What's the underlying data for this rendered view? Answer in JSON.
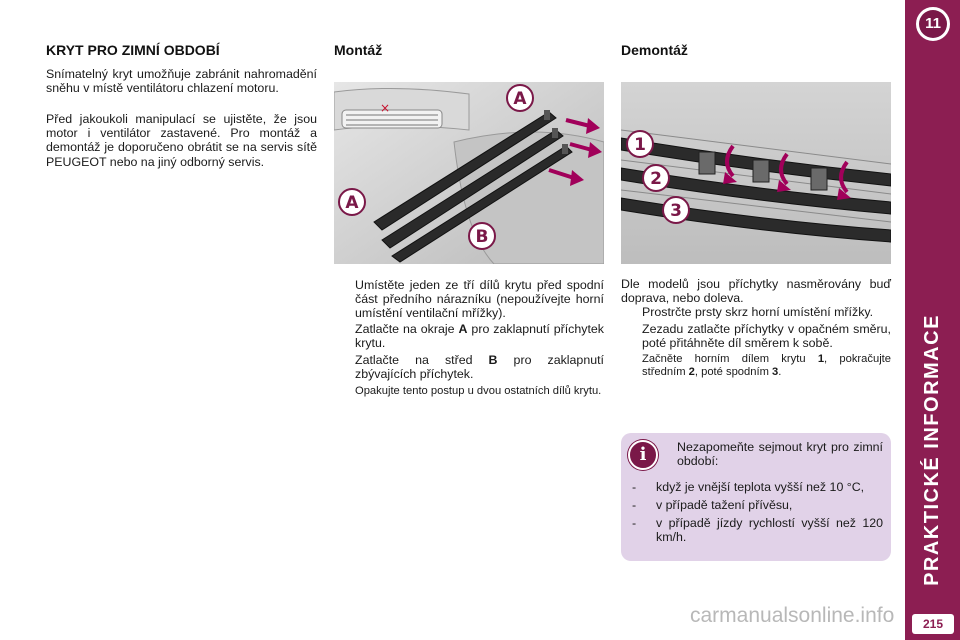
{
  "sidebar": {
    "chapter_number": "11",
    "title": "PRAKTICKÉ INFORMACE",
    "page_number": "215",
    "color": "#8c1e52"
  },
  "section1": {
    "title": "KRYT PRO ZIMNÍ OBDOBÍ",
    "para1": "Snímatelný kryt umožňuje zabránit nahromadění sněhu v místě ventilátoru chlazení motoru.",
    "para2": "Před jakoukoli manipulací se ujistěte, že jsou motor i ventilátor zastavené. Pro montáž a demontáž je doporučeno obrátit se na servis sítě PEUGEOT nebo na jiný odborný servis."
  },
  "montaz": {
    "title": "Montáž",
    "label_a_top": "A",
    "label_a_bottom": "A",
    "label_b": "B",
    "steps": [
      "Umístěte jeden ze tří dílů krytu před spodní část předního nárazníku (nepoužívejte horní umístění ventilační mřížky).",
      "Zatlačte na okraje {A} pro zaklapnutí příchytek krytu.",
      "Zatlačte na střed {B} pro zaklapnutí zbývajících příchytek.",
      "Opakujte tento postup u dvou ostatních dílů krytu."
    ],
    "step2_before": "Zatlačte na okraje",
    "step2_bold": "A",
    "step2_after": "pro zaklapnutí příchytek krytu.",
    "step3_before": "Zatlačte na střed",
    "step3_bold": "B",
    "step3_after": "pro zaklapnutí zbývajících příchytek."
  },
  "demontaz": {
    "title": "Demontáž",
    "label_1": "1",
    "label_2": "2",
    "label_3": "3",
    "intro": "Dle modelů jsou příchytky nasměrovány buď doprava, nebo doleva.",
    "step1": "Prostrčte prsty skrz horní umístění mřížky.",
    "step2": "Zezadu zatlačte příchytky v opačném směru, poté přitáhněte díl směrem k sobě.",
    "step3_before": "Začněte horním dílem krytu",
    "step3_bold1": "1",
    "step3_mid1": ", pokračujte středním",
    "step3_bold2": "2",
    "step3_mid2": ", poté spodním",
    "step3_bold3": "3",
    "step3_end": "."
  },
  "info": {
    "icon": "info-icon",
    "icon_glyph": "i",
    "intro": "Nezapomeňte sejmout kryt pro zimní období:",
    "items": [
      "když je vnější teplota vyšší než 10 °C,",
      "v případě tažení přívěsu,",
      "v případě jízdy rychlostí vyšší než 120 km/h."
    ]
  },
  "bullet_glyph": "",
  "dash_glyph": "-",
  "watermark": "carmanualsonline.info"
}
